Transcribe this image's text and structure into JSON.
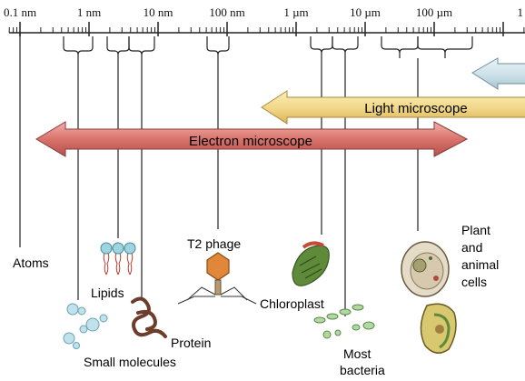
{
  "scale": {
    "ticks": [
      {
        "exp": -10,
        "label": "0.1 nm"
      },
      {
        "exp": -9,
        "label": "1 nm"
      },
      {
        "exp": -8,
        "label": "10 nm"
      },
      {
        "exp": -7,
        "label": "100 nm"
      },
      {
        "exp": -6,
        "label": "1 µm"
      },
      {
        "exp": -5,
        "label": "10 µm"
      },
      {
        "exp": -4,
        "label": "100 µm"
      },
      {
        "exp": -3,
        "label": "1"
      }
    ]
  },
  "bands": {
    "light_microscope": "Light microscope",
    "electron_microscope": "Electron microscope"
  },
  "items": {
    "atoms": "Atoms",
    "lipids": "Lipids",
    "t2_phage": "T2 phage",
    "protein": "Protein",
    "small_molecules": "Small molecules",
    "chloroplast": "Chloroplast",
    "most_bacteria_line1": "Most",
    "most_bacteria_line2": "bacteria",
    "plant_animal_line1": "Plant",
    "plant_animal_line2": "and",
    "plant_animal_line3": "animal",
    "plant_animal_line4": "cells"
  },
  "colors": {
    "light_band": "#f2d98a",
    "electron_band": "#d9736c",
    "visible_band": "#cfe3ea",
    "line": "#222222"
  }
}
